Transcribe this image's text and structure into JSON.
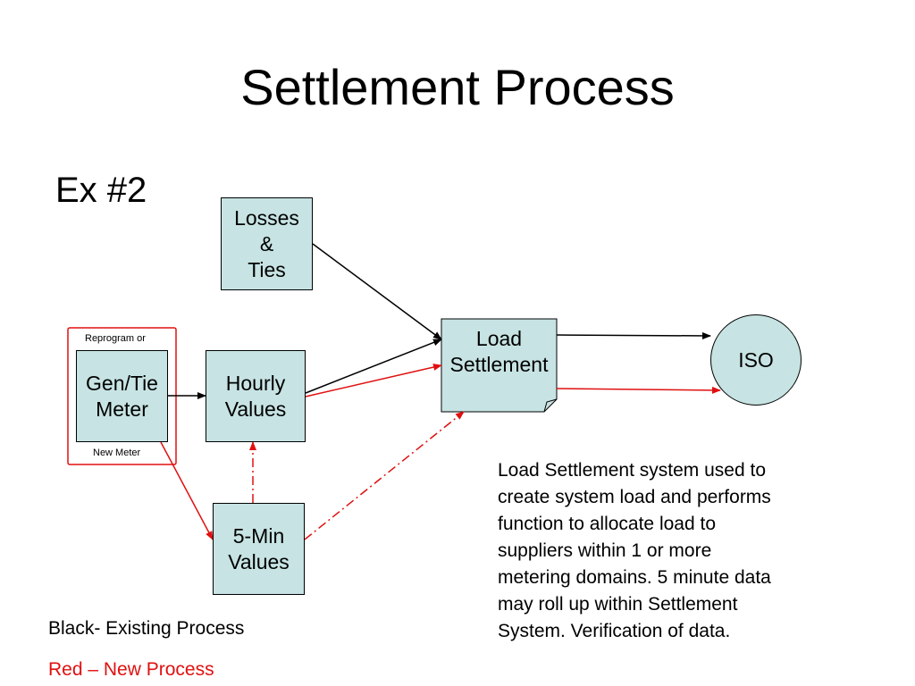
{
  "title": "Settlement Process",
  "subtitle": "Ex #2",
  "nodes": {
    "losses": "Losses\n&\nTies",
    "gen_tie_meter": "Gen/Tie\nMeter",
    "hourly_values": "Hourly\nValues",
    "five_min_values": "5-Min\nValues",
    "load_settlement": "Load\nSettlement",
    "iso": "ISO"
  },
  "labels": {
    "reprogram": "Reprogram or",
    "new_meter": "New Meter"
  },
  "description": "Load Settlement system used to\ncreate system load and performs\nfunction to allocate load to\nsuppliers within 1 or more\nmetering domains.  5 minute data\nmay roll up within Settlement\nSystem.  Verification of data.",
  "legend": {
    "black": "Black- Existing Process",
    "red": "Red – New Process"
  },
  "colors": {
    "existing": "#000000",
    "new": "#e01010",
    "node_fill": "#c7e3e3"
  }
}
